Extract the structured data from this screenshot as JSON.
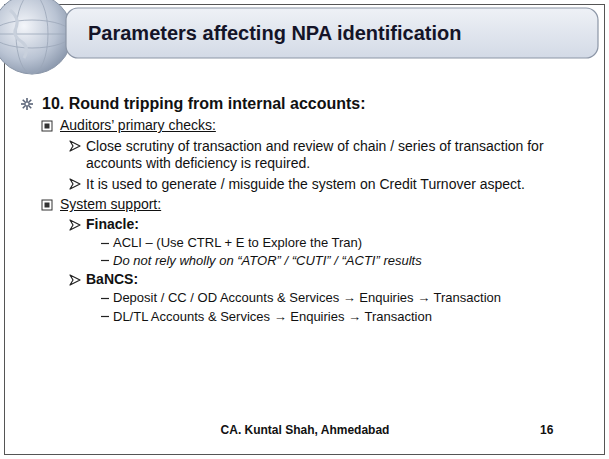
{
  "diagram": {
    "title": "Parameters affecting NPA identification",
    "labels": [
      "10. Round tripping from internal accounts:",
      "Auditors’ primary checks:",
      "Close scrutiny of transaction and review of chain / series of transaction for accounts with deficiency is required.",
      "It is used to generate / misguide the system on Credit Turnover aspect.",
      "System support:",
      "Finacle:",
      "ACLI – (Use CTRL + E to Explore the Tran)",
      "Do not rely wholly on “ATOR” / “CUTI” / “ACTI” results",
      "BaNCS:",
      "Deposit / CC / OD Accounts & Services → Enquiries → Transaction",
      "DL/TL Accounts & Services → Enquiries → Transaction",
      "CA. Kuntal Shah, Ahmedabad",
      "16"
    ]
  }
}
